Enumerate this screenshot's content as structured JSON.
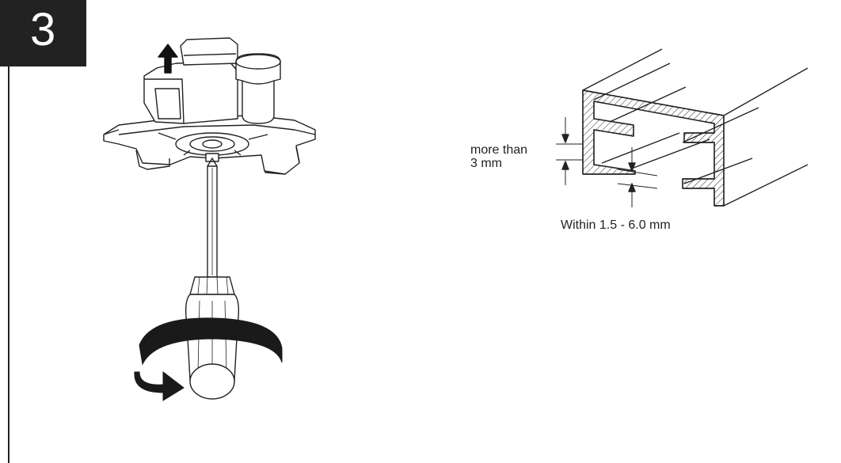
{
  "step": {
    "number": "3"
  },
  "annotations": {
    "more_than": "more than",
    "three_mm": "3 mm",
    "within": "Within 1.5 - 6.0 mm"
  },
  "colors": {
    "ink": "#222222",
    "badge": "#222222",
    "background": "#ffffff"
  },
  "icons": [
    "up-arrow-icon",
    "rotate-arrow-icon",
    "dimension-arrow-icon"
  ]
}
